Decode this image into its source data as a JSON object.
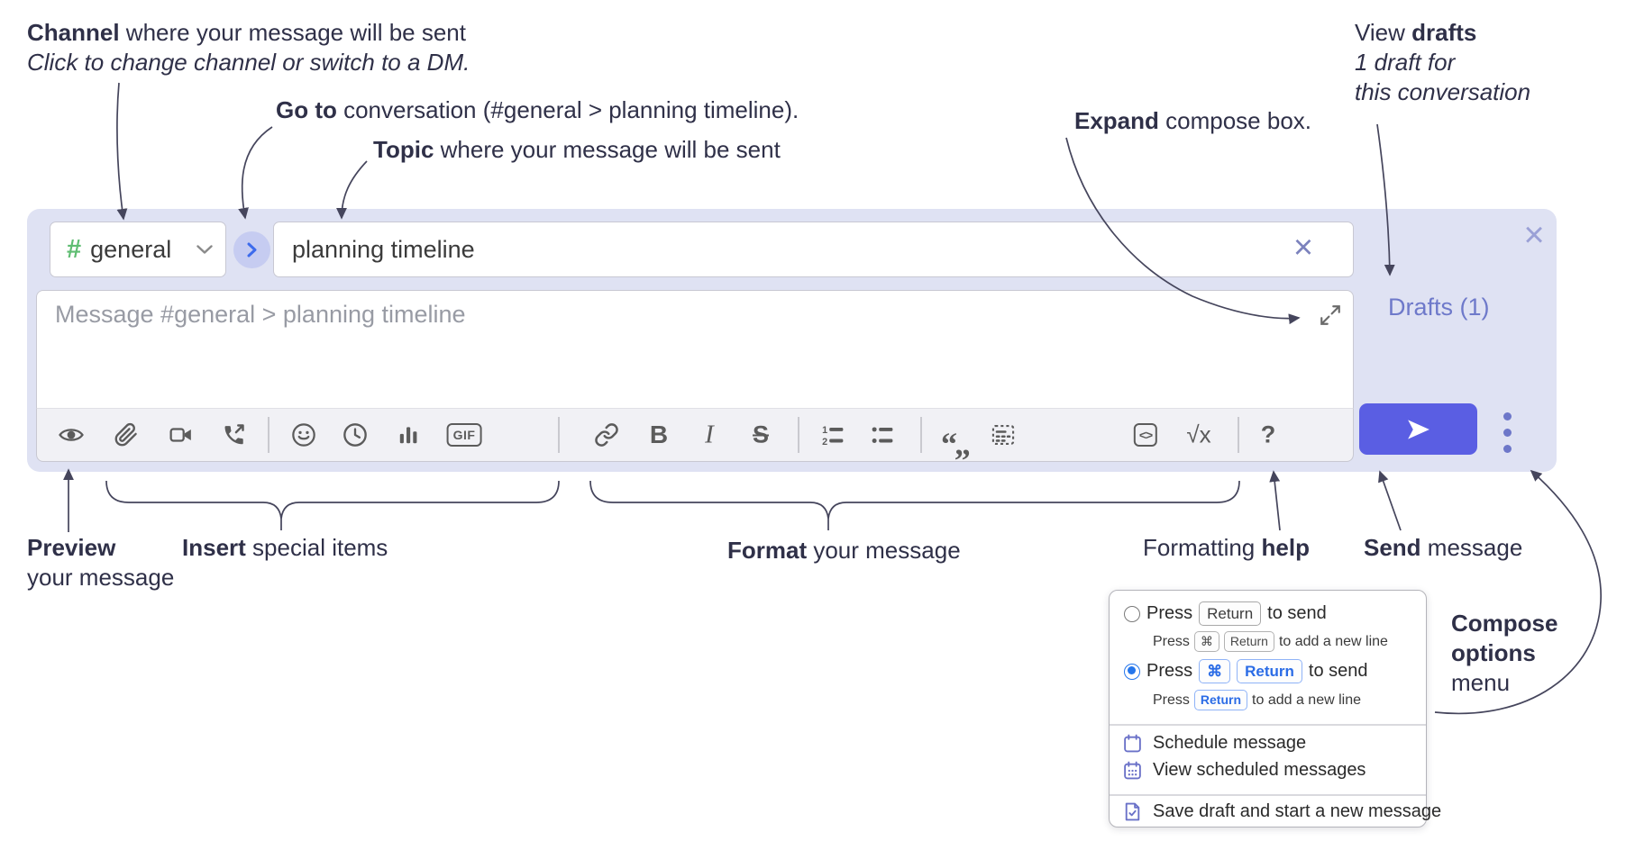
{
  "annotations": {
    "channel": {
      "bold": "Channel",
      "rest": " where your message will be sent",
      "sub": "Click to change channel or switch to a DM."
    },
    "goto": {
      "bold": "Go to",
      "rest": " conversation (#general > planning timeline)."
    },
    "topic": {
      "bold": "Topic",
      "rest": " where your message will be sent"
    },
    "expand": {
      "bold": "Expand",
      "rest": " compose box."
    },
    "drafts": {
      "pre": "View ",
      "bold": "drafts",
      "line2": "1 draft for",
      "line3": "this conversation"
    },
    "preview": {
      "bold": "Preview",
      "line2": "your message"
    },
    "insert": {
      "bold": "Insert",
      "rest": " special items"
    },
    "format": {
      "bold": "Format",
      "rest": " your message"
    },
    "help": {
      "pre": "Formatting ",
      "bold": "help"
    },
    "send": {
      "bold": "Send",
      "rest": " message"
    },
    "compose_options": {
      "line1": "Compose",
      "line2": "options",
      "line3": "menu"
    }
  },
  "compose": {
    "channel": {
      "hash": "#",
      "name": "general"
    },
    "topic_value": "planning timeline",
    "message_placeholder": "Message #general > planning timeline",
    "drafts_label": "Drafts (1)"
  },
  "icons": {
    "clear_x": "×",
    "close_x": "×",
    "gif": "GIF",
    "bold": "B",
    "italic": "I",
    "strike": "S",
    "quote": "“„",
    "code": "<>",
    "math": "√x",
    "help": "?"
  },
  "options_menu": {
    "opt1": {
      "press": "Press",
      "key_return": "Return",
      "tail": "to send",
      "sub_press": "Press",
      "sub_key_cmd": "⌘",
      "sub_key_return": "Return",
      "sub_tail": "to add a new line"
    },
    "opt2": {
      "press": "Press",
      "key_cmd": "⌘",
      "key_return": "Return",
      "tail": "to send",
      "sub_press": "Press",
      "sub_key_return": "Return",
      "sub_tail": "to add a new line"
    },
    "items": [
      "Schedule message",
      "View scheduled messages",
      "Save draft and start a new message"
    ]
  },
  "colors": {
    "container": "#dfe2f3",
    "send_button": "#5a5ee3",
    "drafts_link": "#6e79ca",
    "annotation_text": "#2f3048",
    "channel_hash_green": "#5fbd72",
    "radio_selected": "#2576eb",
    "key_blue": "#2b6ce6",
    "menu_icon_purple": "#6a71c8"
  }
}
